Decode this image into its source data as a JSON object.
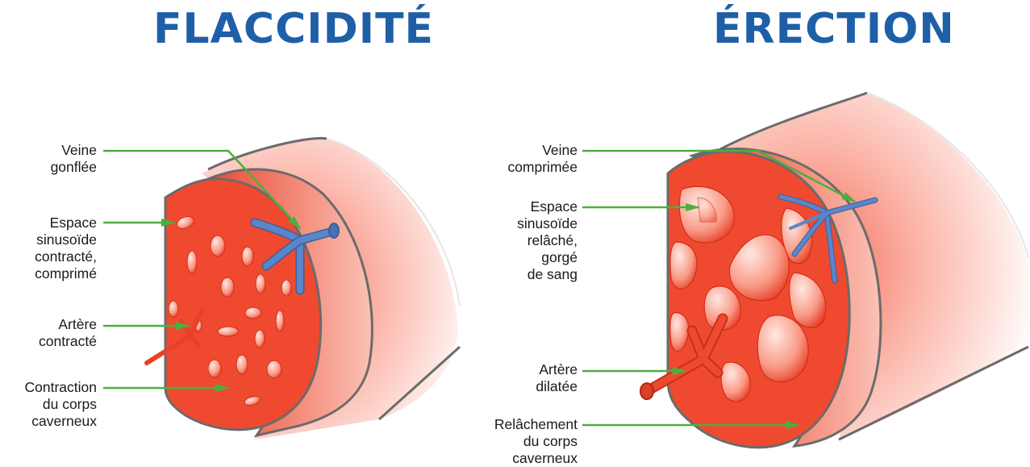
{
  "panels": {
    "left": {
      "title": "FLACCIDITÉ",
      "labels": {
        "vein": "Veine\ngonflée",
        "sinus": "Espace\nsinusoïde\ncontracté,\ncomprimé",
        "artery": "Artère\ncontracté",
        "contraction": "Contraction\ndu corps\ncaverneux"
      }
    },
    "right": {
      "title": "ÉRECTION",
      "labels": {
        "vein": "Veine\ncomprimée",
        "sinus": "Espace\nsinusoïde\nrelâché,\ngorgé\nde sang",
        "artery": "Artère\ndilatée",
        "relaxation": "Relâchement\ndu corps\ncaverneux"
      }
    }
  },
  "colors": {
    "title": "#1f5fa8",
    "arrow": "#4caf3c",
    "tissue": "#ef4a2f",
    "tissue_light": "#ffd4cc",
    "vein": "#5a86c9",
    "outline": "#6b6b6b"
  }
}
